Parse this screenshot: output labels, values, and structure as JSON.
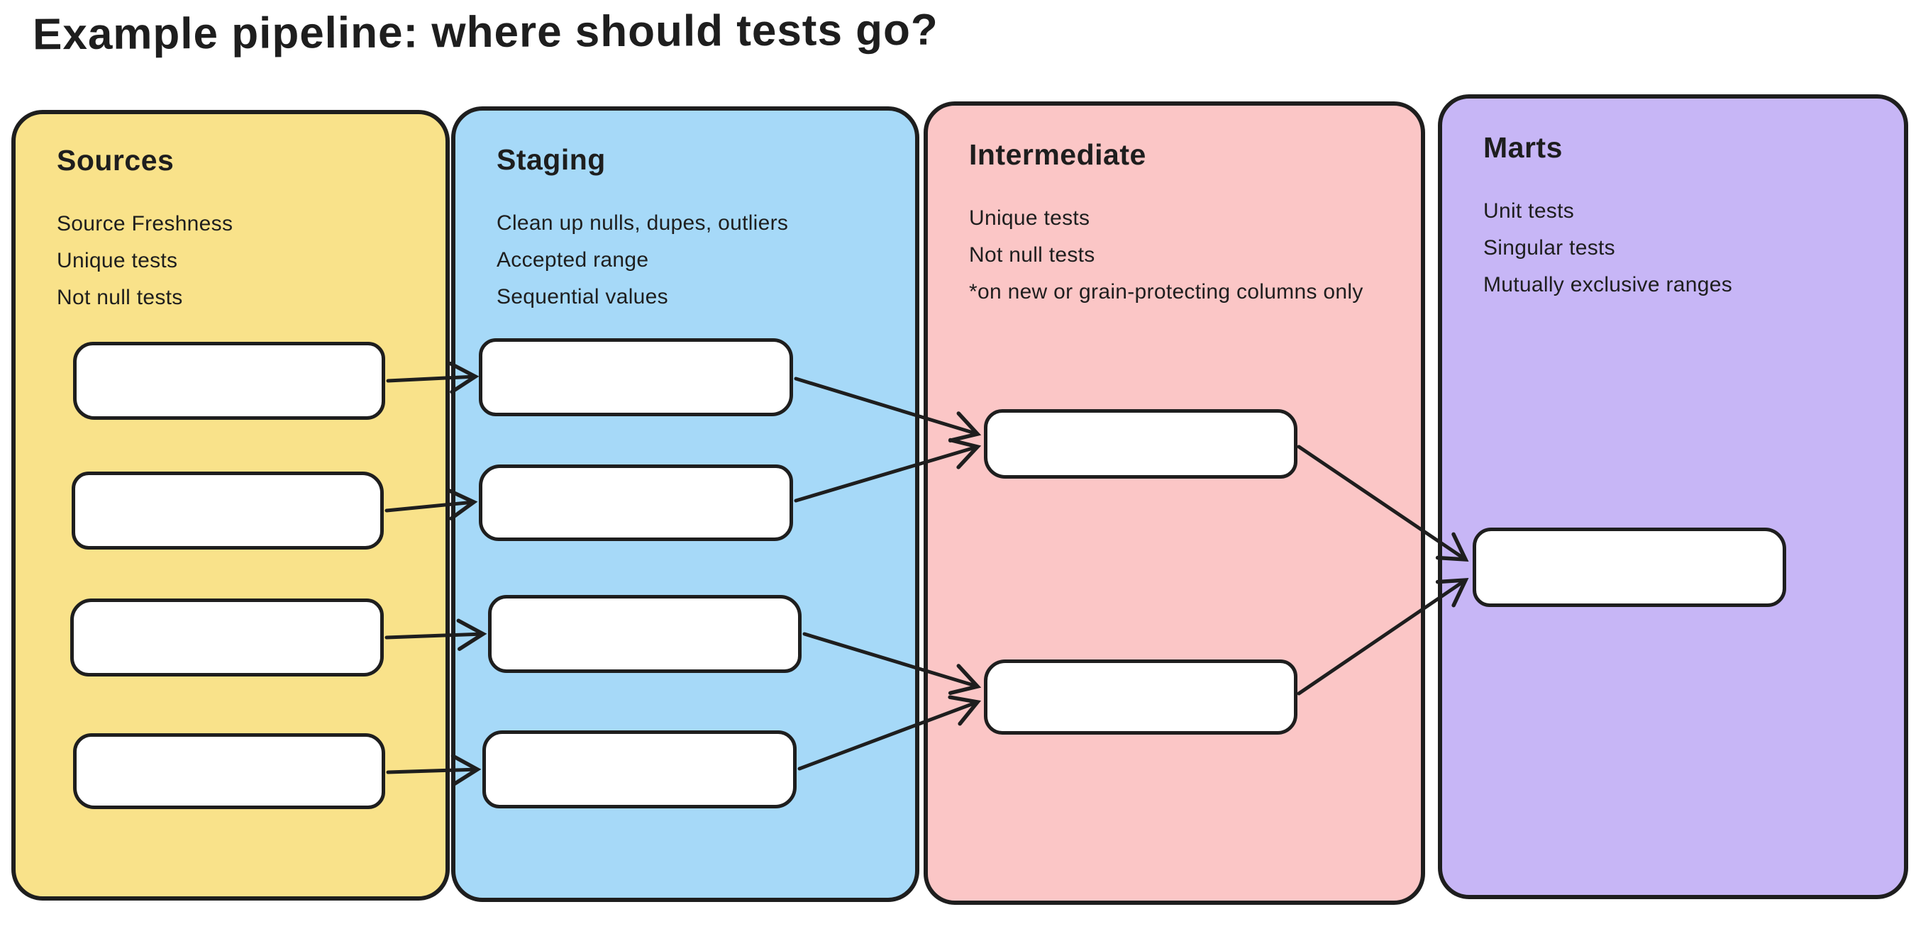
{
  "title": "Example pipeline: where should tests go?",
  "ink_color": "#1e1e1e",
  "background_color": "#ffffff",
  "node_fill": "#ffffff",
  "columns": [
    {
      "label": "Sources",
      "fill": "#F9E28A",
      "notes": [
        "Source Freshness",
        "Unique tests",
        "Not null tests"
      ],
      "node_count": 4
    },
    {
      "label": "Staging",
      "fill": "#A6D9F8",
      "notes": [
        "Clean up nulls, dupes, outliers",
        "Accepted range",
        "Sequential values"
      ],
      "node_count": 4
    },
    {
      "label": "Intermediate",
      "fill": "#FBC6C6",
      "notes": [
        "Unique tests",
        "Not null tests",
        "*on new or grain-protecting columns only"
      ],
      "node_count": 2
    },
    {
      "label": "Marts",
      "fill": "#C7B6F6",
      "notes": [
        "Unit tests",
        "Singular tests",
        "Mutually exclusive ranges"
      ],
      "node_count": 1
    }
  ],
  "edges": [
    {
      "from": "sources-1",
      "to": "staging-1"
    },
    {
      "from": "sources-2",
      "to": "staging-2"
    },
    {
      "from": "sources-3",
      "to": "staging-3"
    },
    {
      "from": "sources-4",
      "to": "staging-4"
    },
    {
      "from": "staging-1",
      "to": "intermediate-1"
    },
    {
      "from": "staging-2",
      "to": "intermediate-1"
    },
    {
      "from": "staging-3",
      "to": "intermediate-2"
    },
    {
      "from": "staging-4",
      "to": "intermediate-2"
    },
    {
      "from": "intermediate-1",
      "to": "marts-1"
    },
    {
      "from": "intermediate-2",
      "to": "marts-1"
    }
  ]
}
